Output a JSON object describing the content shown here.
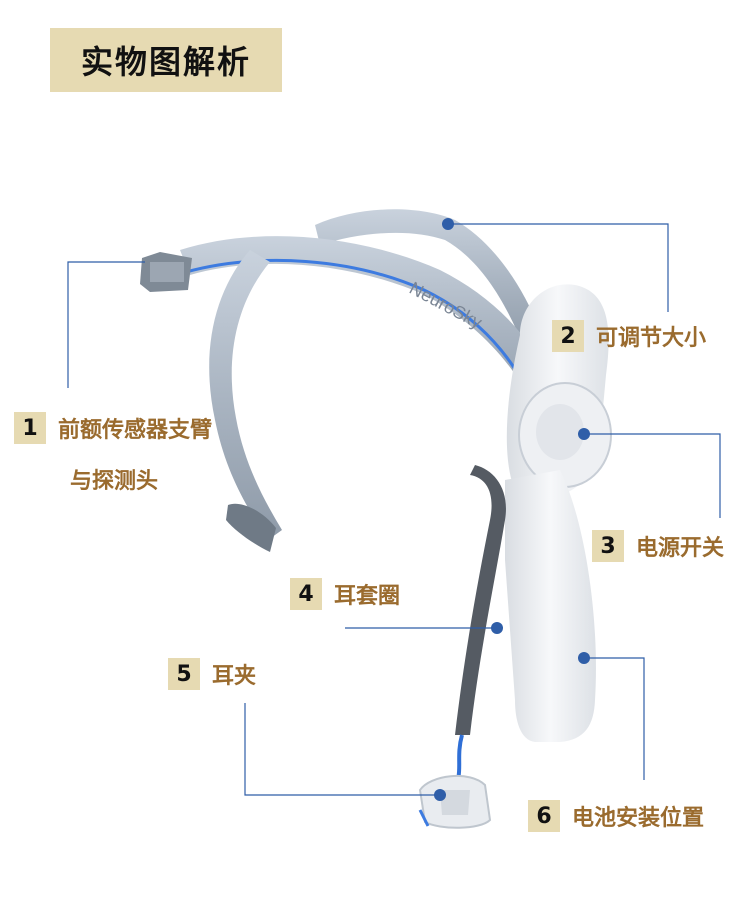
{
  "title": "实物图解析",
  "brand_text": "NeuroSky",
  "accent_color": "#e6dab2",
  "label_color": "#9a6b2e",
  "line_color": "#2f5ea8",
  "callouts": [
    {
      "num": "1",
      "text": "前额传感器支臂",
      "text2": "与探测头"
    },
    {
      "num": "2",
      "text": "可调节大小"
    },
    {
      "num": "3",
      "text": "电源开关"
    },
    {
      "num": "4",
      "text": "耳套圈"
    },
    {
      "num": "5",
      "text": "耳夹"
    },
    {
      "num": "6",
      "text": "电池安装位置"
    }
  ]
}
